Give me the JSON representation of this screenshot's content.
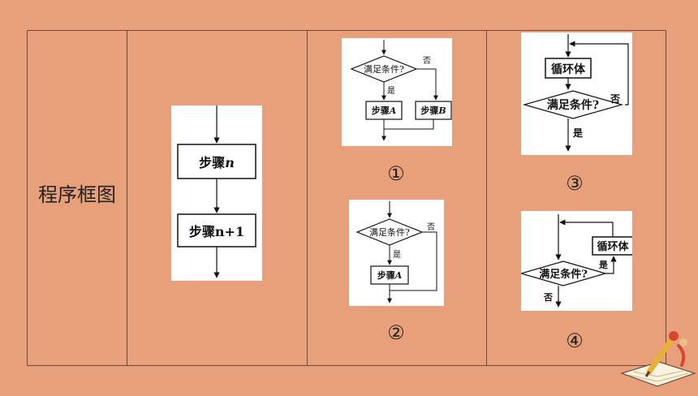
{
  "row_label": "程序框图",
  "sequence": {
    "step_n": "步骤",
    "step_n_var": "n",
    "step_n1": "步骤",
    "step_n1_var": "n+1"
  },
  "flow1": {
    "cond": "满足条件?",
    "no": "否",
    "yes": "是",
    "step_a": "步骤",
    "step_a_var": "A",
    "step_b": "步骤",
    "step_b_var": "B",
    "number": "①"
  },
  "flow2": {
    "cond": "满足条件?",
    "no": "否",
    "yes": "是",
    "step_a": "步骤",
    "step_a_var": "A",
    "number": "②"
  },
  "flow3": {
    "body": "循环体",
    "cond": "满足条件?",
    "no": "否",
    "yes": "是",
    "number": "③"
  },
  "flow4": {
    "body": "循环体",
    "cond": "满足条件?",
    "yes": "是",
    "no": "否",
    "number": "④"
  }
}
